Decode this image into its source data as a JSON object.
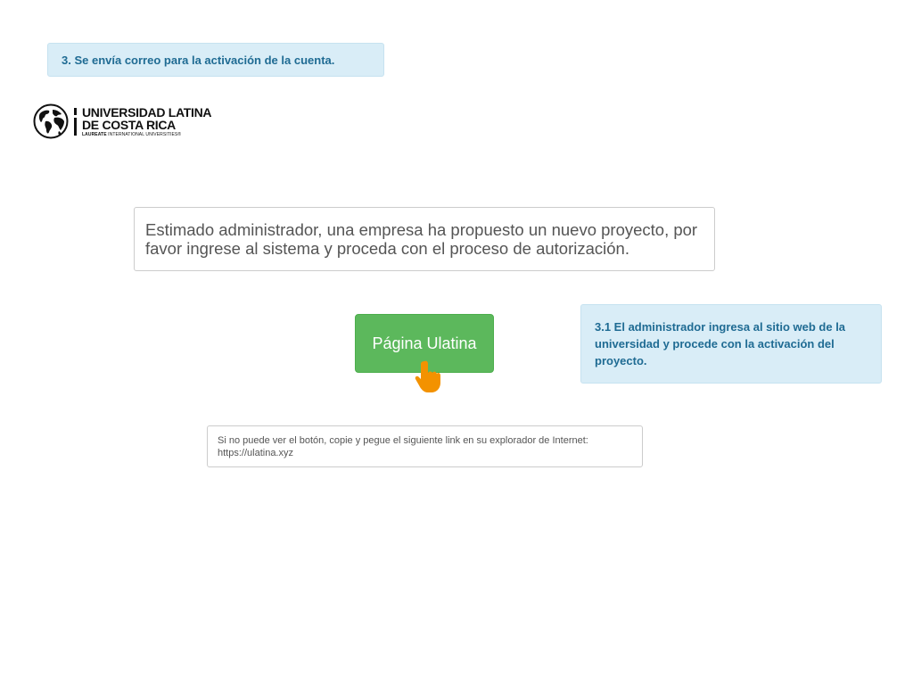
{
  "step_note": "3. Se envía correo para la activación de la cuenta.",
  "logo": {
    "line1": "UNIVERSIDAD LATINA",
    "line2": "DE COSTA RICA",
    "line3_bold": "LAUREATE",
    "line3_rest": "INTERNATIONAL UNIVERSITIES®"
  },
  "email": {
    "message": "Estimado administrador, una empresa ha propuesto un nuevo proyecto, por favor ingrese al sistema y proceda con el proceso de autorización.",
    "button_label": "Página Ulatina",
    "fallback_text": "Si no puede ver el botón, copie y pegue el siguiente link en su explorador de Internet:",
    "fallback_link": "https://ulatina.xyz"
  },
  "admin_note": "3.1 El administrador ingresa al sitio web de la universidad y procede con la activación del proyecto.",
  "icons": {
    "logo": "globe-icon",
    "cursor": "hand-pointer-icon"
  },
  "colors": {
    "note_bg": "#d9edf7",
    "note_text": "#1f6b93",
    "button_bg": "#5cb85c",
    "cursor": "#f39200"
  }
}
